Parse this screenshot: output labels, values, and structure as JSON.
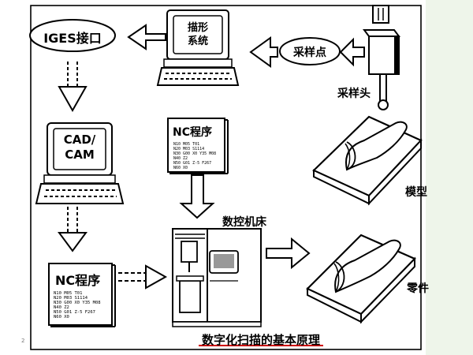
{
  "diagram": {
    "title": "数字化扫描的基本原理",
    "page_number": "2",
    "nodes": {
      "iges": "IGES接口",
      "drawing_system": [
        "描形",
        "系统"
      ],
      "sampling_points": "采样点",
      "sampling_head": "采样头",
      "cad_cam": [
        "CAD/",
        "CAM"
      ],
      "nc_program_top": "NC程序",
      "nc_program_bottom": "NC程序",
      "cnc_machine": "数控机床",
      "model": "模型",
      "part": "零件"
    },
    "nc_code_lines": [
      "N10 M05 T01",
      "N20 M03 S1114",
      "N30 G00 X0 Y35 M08",
      "N40 Z2",
      "N50 G01 Z-5 F267",
      "N60 X0"
    ]
  }
}
